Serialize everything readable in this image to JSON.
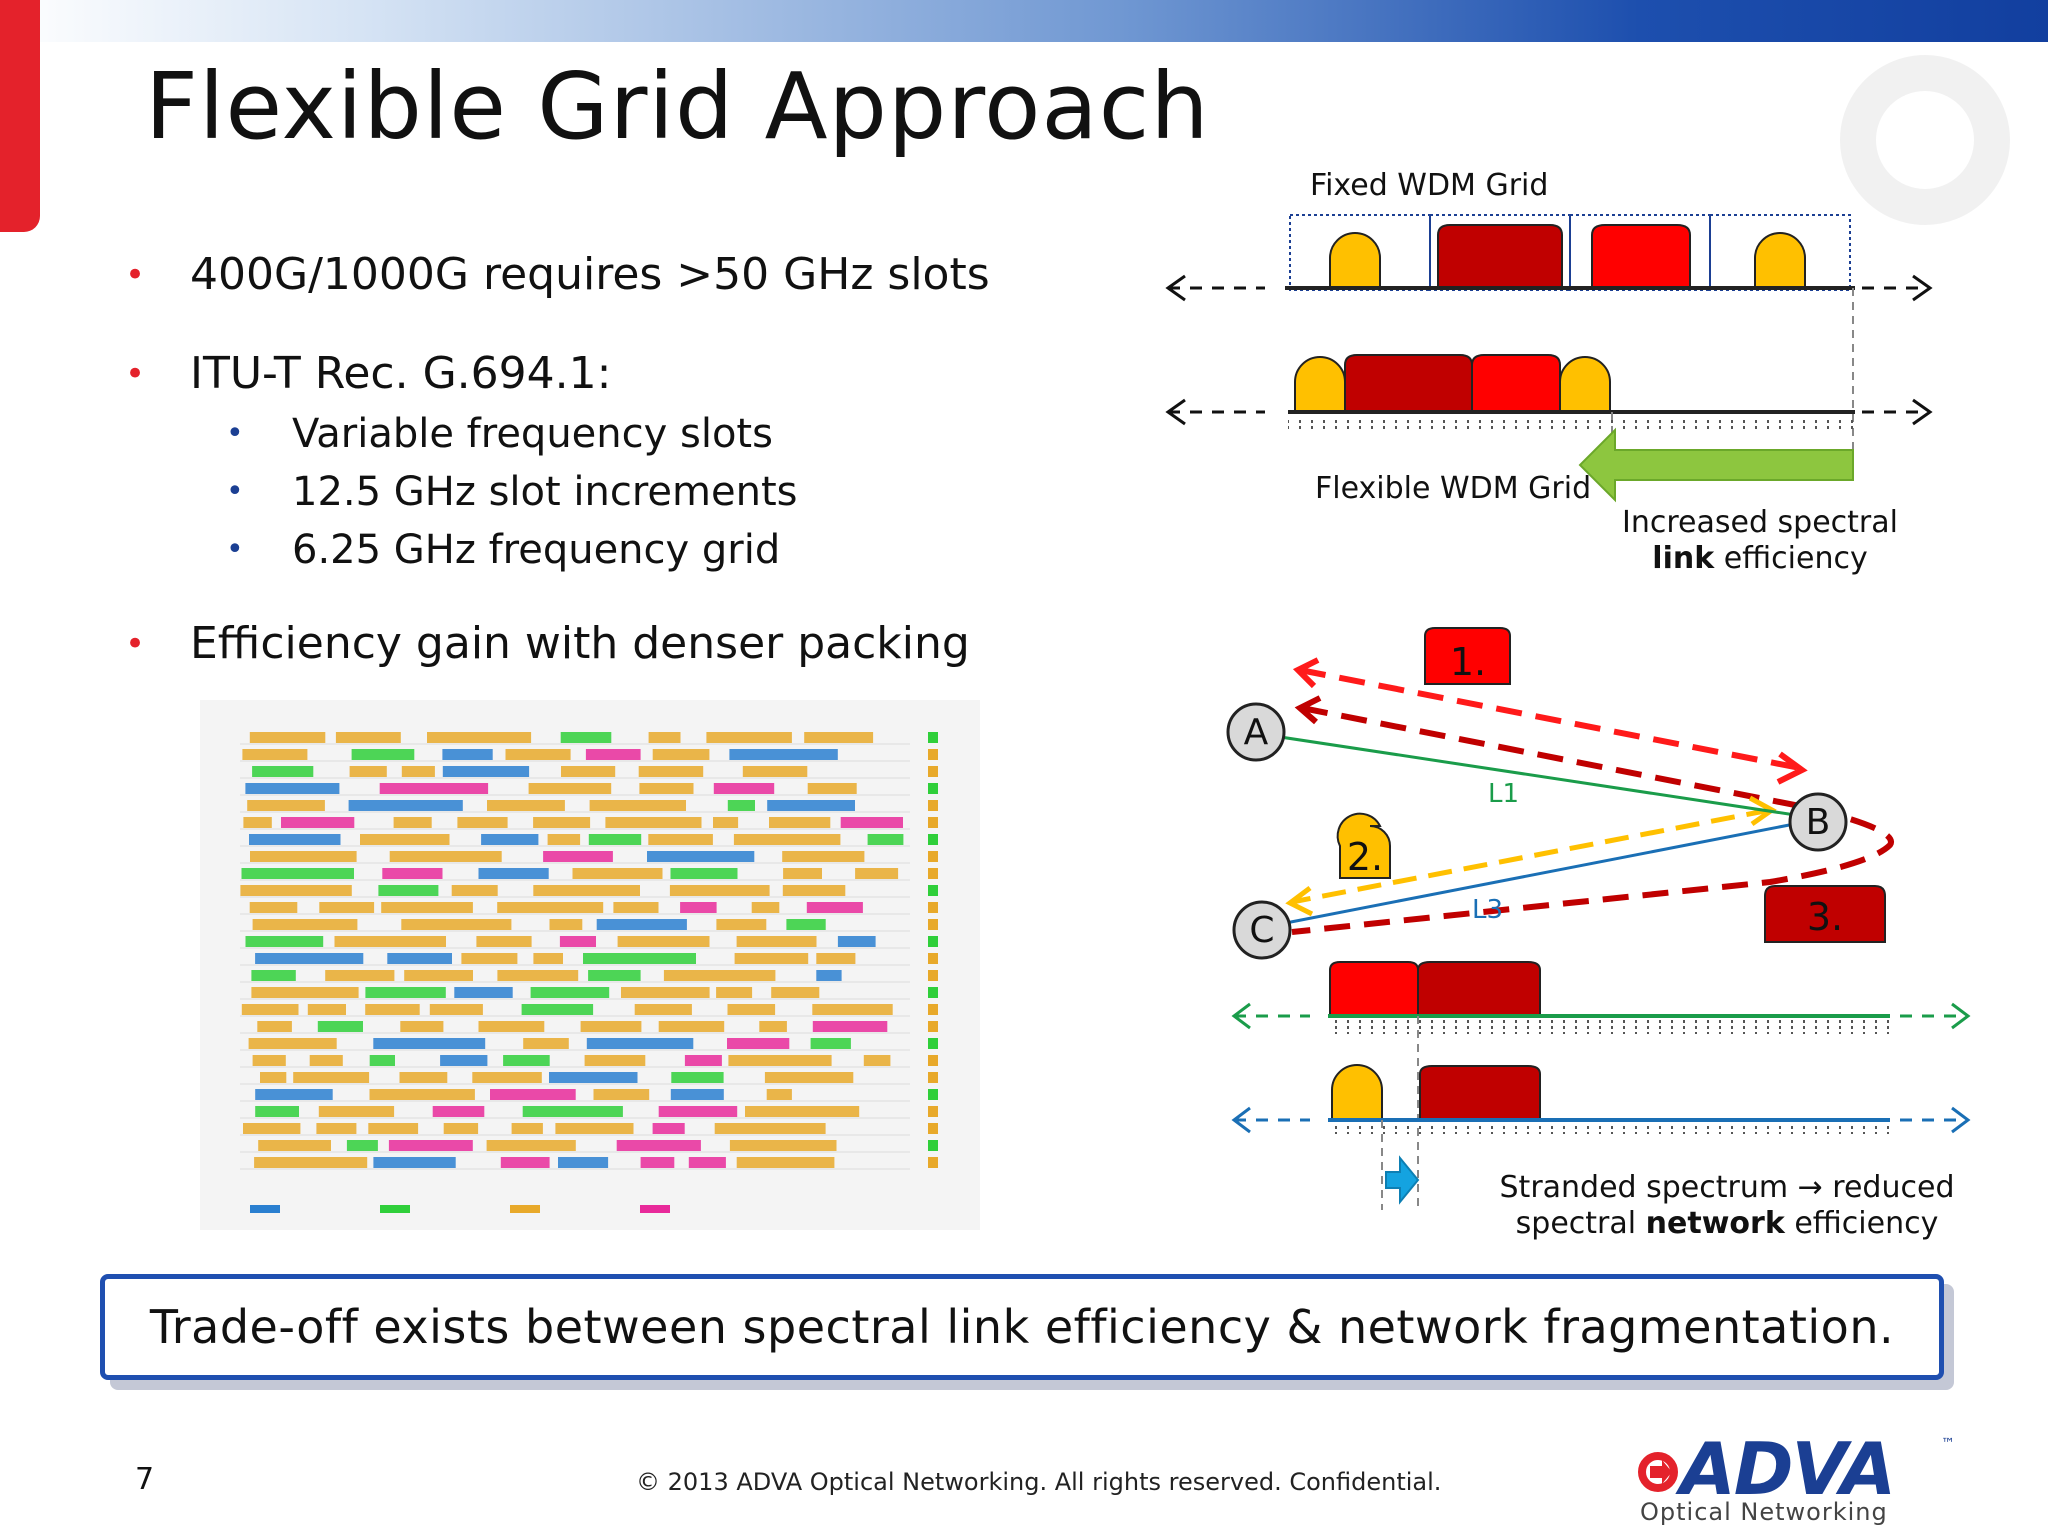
{
  "slide": {
    "title": "Flexible Grid Approach",
    "page_number": "7",
    "copyright": "© 2013 ADVA Optical Networking. All rights reserved. Confidential.",
    "bullet_symbol": "•"
  },
  "bullets": {
    "b1": "400G/1000G requires >50 GHz slots",
    "b2": "ITU-T Rec. G.694.1:",
    "sub": [
      "Variable frequency slots",
      "12.5 GHz slot increments",
      "6.25 GHz frequency grid"
    ],
    "b3": "Efficiency gain with denser packing"
  },
  "fixed_grid": {
    "fixed_label": "Fixed WDM Grid",
    "flex_label": "Flexible WDM Grid",
    "efficiency_line1": "Increased spectral",
    "efficiency_bold": "link",
    "efficiency_rest": " efficiency"
  },
  "network": {
    "node_a": "A",
    "node_b": "B",
    "node_c": "C",
    "link_1": "L1",
    "link_3": "L3",
    "step_1": "1.",
    "step_2": "2.",
    "step_3": "3.",
    "stranded_line1": "Stranded spectrum → reduced",
    "stranded_prefix": "spectral ",
    "stranded_bold": "network",
    "stranded_suffix": " efficiency"
  },
  "callout": "Trade-off exists between spectral link efficiency & network fragmentation.",
  "logo": {
    "wordmark": "ADVA",
    "trademark": "™",
    "sub": "Optical Networking"
  },
  "colors": {
    "accent_red": "#e4222b",
    "brand_blue": "#1f4fb0",
    "slot_orange": "#ffc000",
    "slot_darkred": "#c00000",
    "slot_red": "#ff0000",
    "arrow_green": "#8dc63f",
    "link_green": "#1a9c4a",
    "link_blue": "#1a6fb5",
    "occupancy_orange": "#e8a92a",
    "occupancy_green": "#2fcf3a",
    "occupancy_magenta": "#e82a9a",
    "occupancy_blue": "#2a7fd0"
  }
}
